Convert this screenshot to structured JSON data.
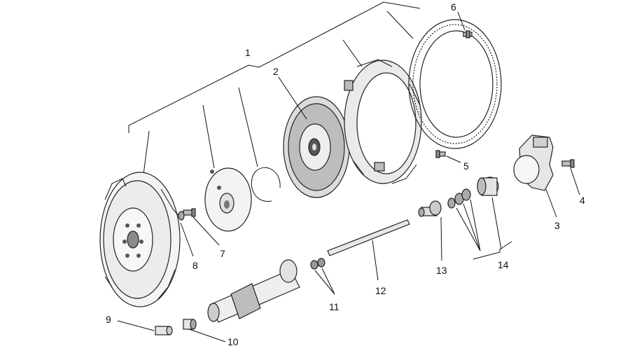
{
  "labels": {
    "n1": "1",
    "n2": "2",
    "n3": "3",
    "n4": "4",
    "n5": "5",
    "n6": "6",
    "n7": "7",
    "n8": "8",
    "n9": "9",
    "n10": "10",
    "n11": "11",
    "n12": "12",
    "n13": "13",
    "n14": "14"
  },
  "colors": {
    "line": "#111111",
    "part_fill": "#f2f2f2",
    "part_dark": "#6e6e6e"
  }
}
